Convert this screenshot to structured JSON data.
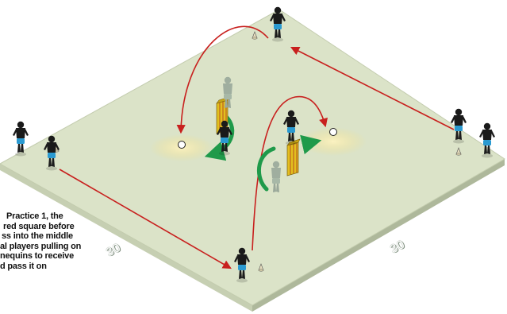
{
  "caption": {
    "lines": [
      "Practice 1, the",
      "red square before",
      "ss into the middle",
      "al players pulling on",
      "nequins to receive",
      "d pass it on"
    ]
  },
  "dimensions": {
    "left": "30",
    "right": "30"
  },
  "colors": {
    "pitch": "#dbe3c8",
    "pitch_edge": "#b8c2a6",
    "run_arrow": "#c8201e",
    "turn_arrow": "#1f9a4a",
    "mannequin": "#e3c21f",
    "target_glow": "#f6e79a"
  }
}
